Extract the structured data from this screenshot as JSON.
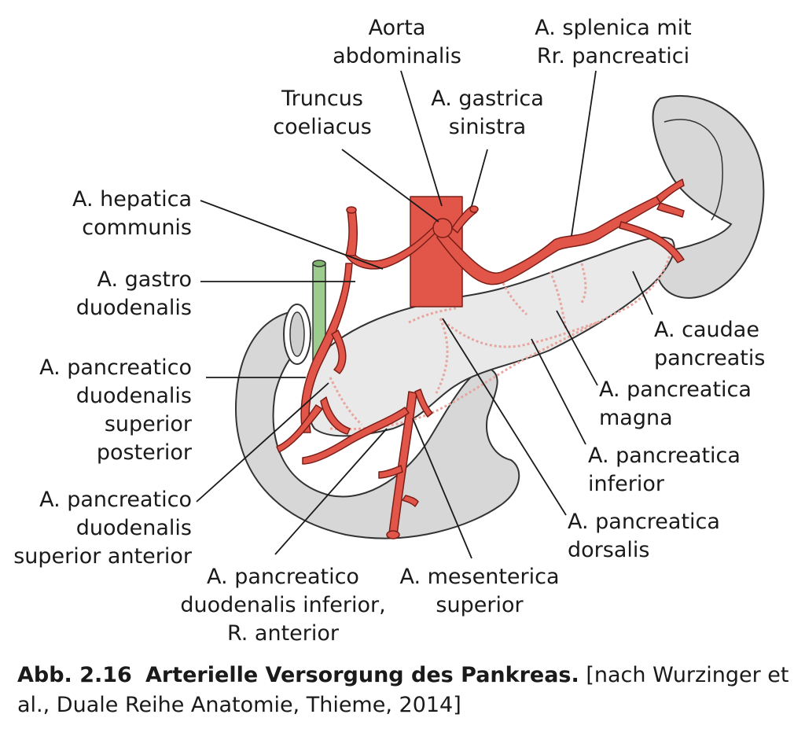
{
  "labels": {
    "aorta": [
      "Aorta",
      "abdominalis"
    ],
    "splenica": [
      "A. splenica mit",
      "Rr. pancreatici"
    ],
    "truncus": [
      "Truncus",
      "coeliacus"
    ],
    "gastrica": [
      "A. gastrica",
      "sinistra"
    ],
    "hepatica": [
      "A. hepatica",
      "communis"
    ],
    "gastroduodenalis": [
      "A. gastro",
      "duodenalis"
    ],
    "pd_sup_post": [
      "A. pancreatico",
      "duodenalis",
      "superior",
      "posterior"
    ],
    "pd_sup_ant": [
      "A. pancreatico",
      "duodenalis",
      "superior anterior"
    ],
    "pd_inf": [
      "A. pancreatico",
      "duodenalis inferior,",
      "R. anterior"
    ],
    "mesenterica": [
      "A. mesenterica",
      "superior"
    ],
    "caudae": [
      "A. caudae",
      "pancreatis"
    ],
    "magna": [
      "A. pancreatica",
      "magna"
    ],
    "inferior": [
      "A. pancreatica",
      "inferior"
    ],
    "dorsalis": [
      "A. pancreatica",
      "dorsalis"
    ]
  },
  "caption": {
    "number": "Abb. 2.16",
    "title": "Arterielle Versorgung des Pankreas.",
    "source": "[nach Wurzinger et al., Duale Reihe Anatomie, Thieme, 2014]"
  },
  "colors": {
    "artery": "#e2564a",
    "artery_outline": "#7a1e18",
    "organ_fill": "#d7d7d7",
    "pancreas_fill": "#e9e9e9",
    "duct_fill": "#9ccc8e",
    "leader": "#1a1a1a",
    "dotted_vessel": "#e8a59e"
  }
}
